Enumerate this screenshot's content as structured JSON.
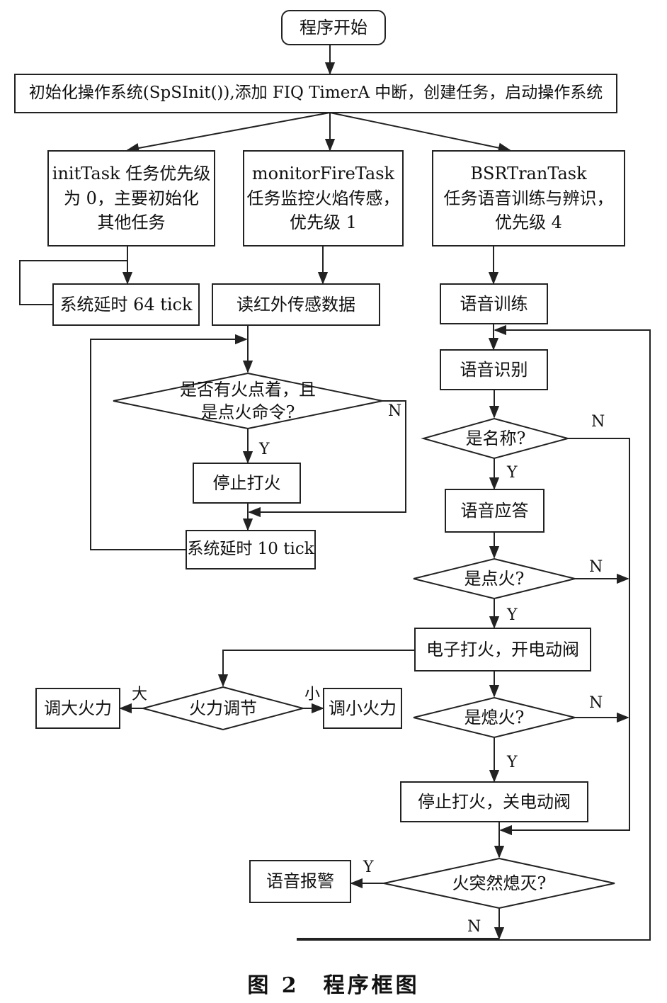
{
  "start": "程序开始",
  "init": "初始化操作系统(SpSInit()),添加 FIQ TimerA 中断，创建任务，启动操作系统",
  "task1": {
    "l1": "initTask 任务优先级",
    "l2": "为 0，主要初始化",
    "l3": "其他任务"
  },
  "task2": {
    "l1": "monitorFireTask",
    "l2": "任务监控火焰传感，",
    "l3": "优先级 1"
  },
  "task3": {
    "l1": "BSRTranTask",
    "l2": "任务语音训练与辨识，",
    "l3": "优先级 4"
  },
  "delay64": "系统延时 64 tick",
  "read_ir": "读红外传感数据",
  "dec_fire": {
    "l1": "是否有火点着，且",
    "l2": "是点火命令?"
  },
  "stop_fire": "停止打火",
  "delay10": "系统延时 10 tick",
  "voice_train": "语音训练",
  "voice_recog": "语音识别",
  "dec_name": "是名称?",
  "voice_answer": "语音应答",
  "dec_ignite": "是点火?",
  "ignite": "电子打火，开电动阀",
  "dec_out": "是熄火?",
  "stop_close": "停止打火，关电动阀",
  "dec_sudden": "火突然熄灭?",
  "alarm": "语音报警",
  "fire_adjust": "火力调节",
  "increase": "调大火力",
  "decrease": "调小火力",
  "big": "大",
  "small": "小",
  "yes": "Y",
  "no": "N",
  "caption": "图 2　程序框图"
}
